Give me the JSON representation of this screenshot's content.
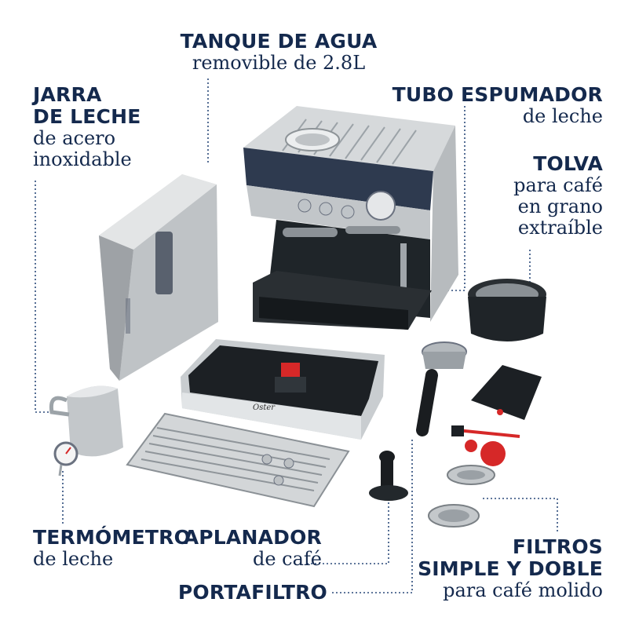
{
  "labels": {
    "tanque": {
      "title": "TANQUE DE AGUA",
      "subtitle": "removible de 2.8L"
    },
    "jarra": {
      "title_line1": "JARRA",
      "title_line2": "DE LECHE",
      "subtitle_line1": "de acero",
      "subtitle_line2": "inoxidable"
    },
    "tubo": {
      "title": "TUBO ESPUMADOR",
      "subtitle": "de leche"
    },
    "tolva": {
      "title": "TOLVA",
      "subtitle_line1": "para café",
      "subtitle_line2": "en grano",
      "subtitle_line3": "extraíble"
    },
    "termometro": {
      "title": "TERMÓMETRO",
      "subtitle": "de leche"
    },
    "aplanador": {
      "title": "APLANADOR",
      "subtitle": "de café"
    },
    "portafiltro": {
      "title": "PORTAFILTRO"
    },
    "filtros": {
      "title_line1": "FILTROS",
      "title_line2": "SIMPLE Y DOBLE",
      "subtitle": "para café molido"
    }
  },
  "brand": "Oster",
  "colors": {
    "text": "#14294d",
    "leader": "#2b4a7a",
    "accent": "#d62828"
  }
}
